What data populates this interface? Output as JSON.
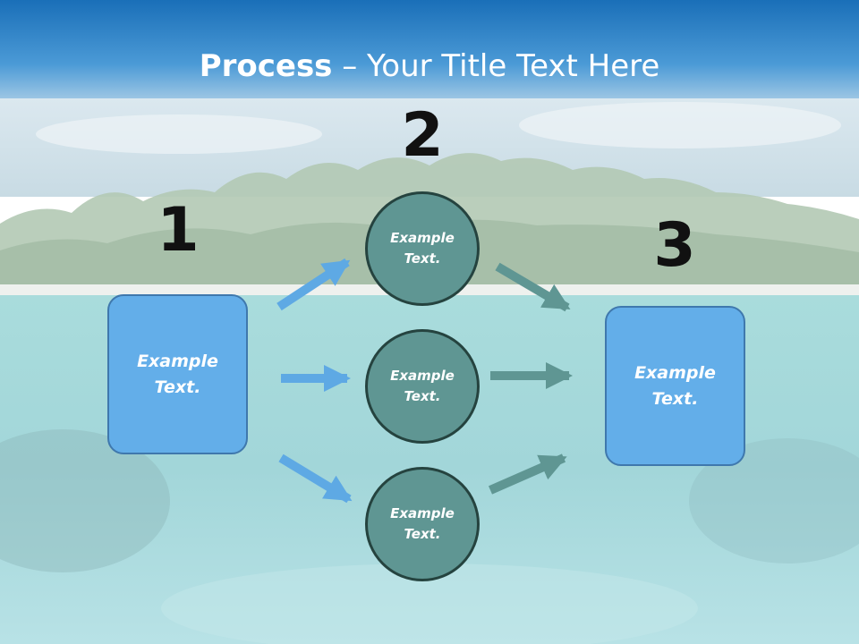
{
  "title": {
    "bold": "Process",
    "rest": " – Your Title Text Here"
  },
  "steps": [
    {
      "number": "1",
      "label": "Example\nText."
    },
    {
      "number": "2",
      "labels": [
        "Example\nText.",
        "Example\nText.",
        "Example\nText."
      ]
    },
    {
      "number": "3",
      "label": "Example\nText."
    }
  ],
  "colors": {
    "box_fill": "#63aee9",
    "box_border": "#3f78ad",
    "circle_fill": "#5f9693",
    "circle_border": "#25433f",
    "arrow_blue": "#5ea9e4",
    "arrow_teal": "#5f9693"
  }
}
